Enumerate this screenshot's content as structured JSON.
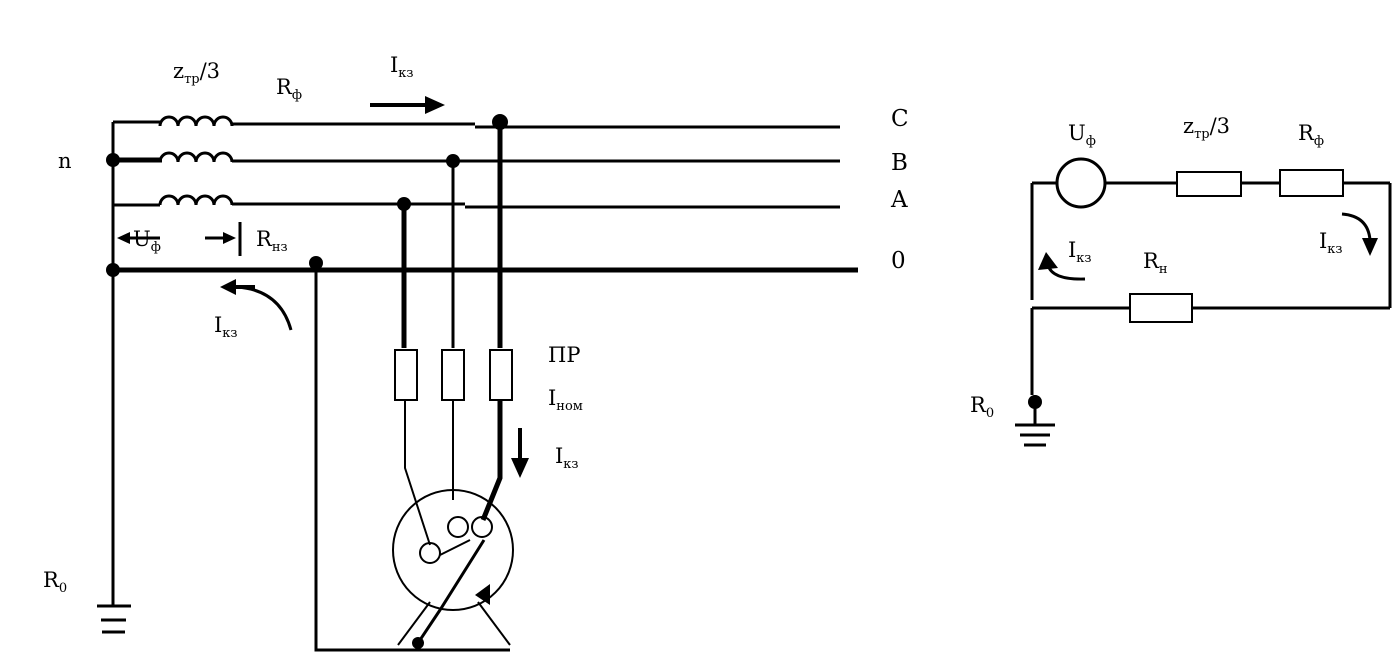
{
  "left": {
    "phases": [
      "C",
      "B",
      "A"
    ],
    "neutral": "0",
    "node_n": "n",
    "impedance": {
      "main": "z",
      "sub": "тр",
      "tail": "/3"
    },
    "r_phase": {
      "main": "R",
      "sub": "ф"
    },
    "i_kz": {
      "main": "I",
      "sub": "кз"
    },
    "u_phase": {
      "main": "U",
      "sub": "ф"
    },
    "r_nz": {
      "main": "R",
      "sub": "нз"
    },
    "fuse": "ПР",
    "i_nom": {
      "main": "I",
      "sub": "ном"
    },
    "r0": {
      "main": "R",
      "sub": "0"
    }
  },
  "right": {
    "u_source": {
      "main": "U",
      "sub": "ф"
    },
    "impedance": {
      "main": "z",
      "sub": "тр",
      "tail": "/3"
    },
    "r_phase": {
      "main": "R",
      "sub": "ф"
    },
    "i_kz": {
      "main": "I",
      "sub": "кз"
    },
    "r_n": {
      "main": "R",
      "sub": "н"
    },
    "r0": {
      "main": "R",
      "sub": "0"
    }
  }
}
